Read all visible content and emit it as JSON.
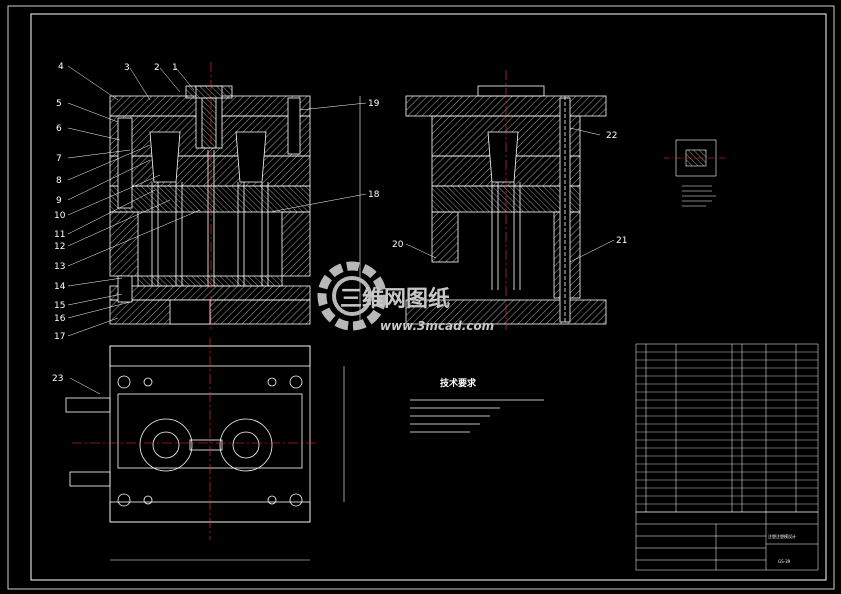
{
  "drawing": {
    "callouts_left": [
      "4",
      "5",
      "6",
      "7",
      "8",
      "9",
      "10",
      "11",
      "12",
      "13",
      "14",
      "15",
      "16",
      "17"
    ],
    "callouts_top": [
      "3",
      "2",
      "1"
    ],
    "callout_19": "19",
    "callout_18": "18",
    "callout_20": "20",
    "callout_21": "21",
    "callout_22": "22",
    "callout_23": "23",
    "tech_title": "技术要求",
    "watermark_brand": "三维网图纸",
    "watermark_url": "www.3mcad.com",
    "title_block": {
      "part_title": "注塑注塑模设计",
      "drawing_no": "GS-39"
    }
  },
  "colors": {
    "background": "#000000",
    "line": "#ffffff",
    "hatch": "#d8d8d8",
    "center": "#ff3030",
    "watermark": "#b8b8b8"
  }
}
